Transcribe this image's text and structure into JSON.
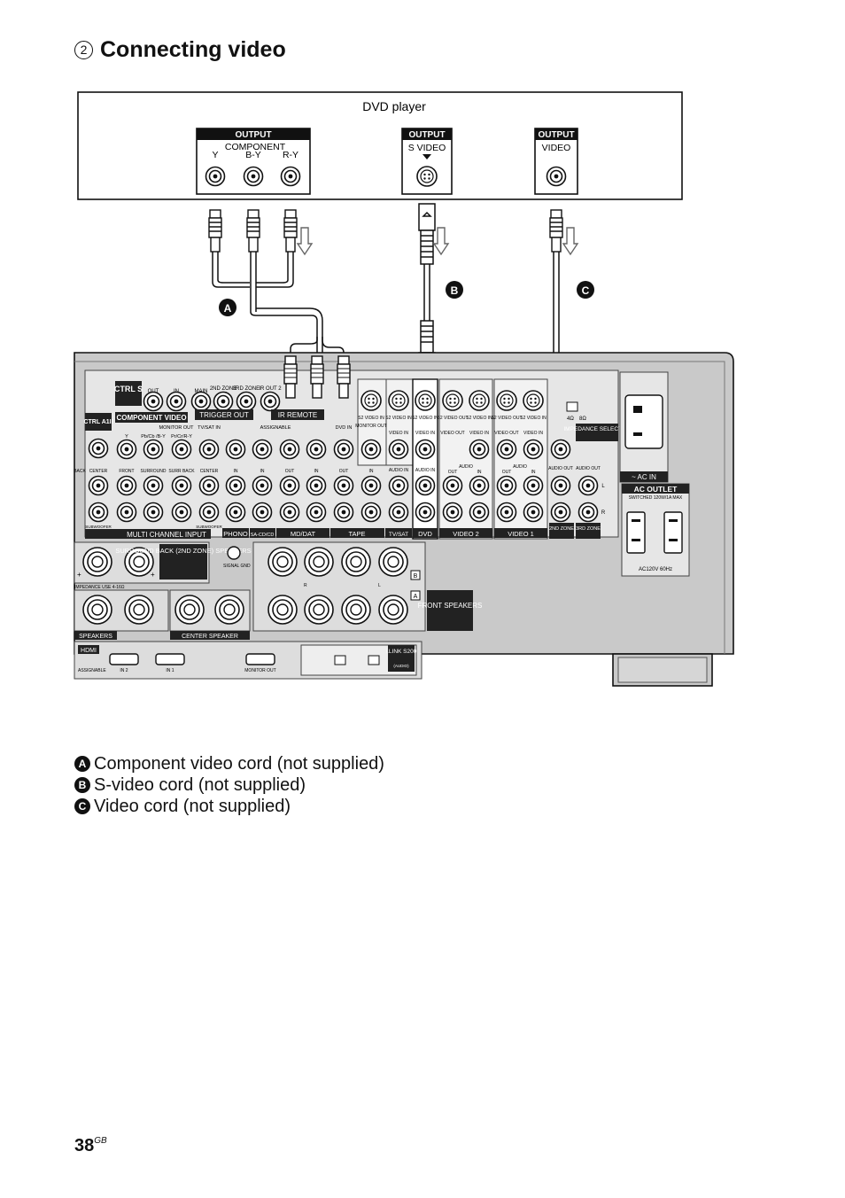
{
  "heading": {
    "number": "2",
    "title": "Connecting video"
  },
  "dvd": {
    "label": "DVD player",
    "output": "OUTPUT",
    "component": "COMPONENT",
    "y": "Y",
    "by": "B-Y",
    "ry": "R-Y",
    "svideo": "S  VIDEO",
    "video": "VIDEO"
  },
  "badges": {
    "a": "A",
    "b": "B",
    "c": "C"
  },
  "receiver": {
    "ctrl_s": "CTRL S",
    "ctrl_a1": "CTRL A1II",
    "out": "OUT",
    "in": "IN",
    "main": "MAIN",
    "zone2": "2ND ZONE",
    "zone3": "3RD ZONE",
    "ir_out2": "IR OUT 2",
    "component_video": "COMPONENT VIDEO",
    "trigger_out": "TRIGGER OUT",
    "ir_remote": "IR REMOTE",
    "monitor_out": "MONITOR OUT",
    "tv_sat_in": "TV/SAT IN",
    "assignable": "ASSIGNABLE",
    "dvd_in": "DVD IN",
    "svideo_in": "S2 VIDEO IN",
    "svideo_out": "S2 VIDEO OUT",
    "monitor_out_short": "MONITOR OUT",
    "video_in": "VIDEO IN",
    "video_out": "VIDEO OUT",
    "audio_in": "AUDIO IN",
    "audio": "AUDIO",
    "audio_out": "AUDIO OUT",
    "impedance_selector": "IMPEDANCE SELECTOR",
    "ohm4": "4Ω",
    "ohm8": "8Ω",
    "ac_in": "~ AC IN",
    "ac_outlet": "AC OUTLET",
    "switched": "SWITCHED 120W/1A MAX",
    "ac_rating": "AC120V 60Hz",
    "front": "FRONT",
    "surround": "SURROUND",
    "surr_back": "SURR BACK",
    "center": "CENTER",
    "back": "BACK",
    "subwoofer": "SUBWOOFER",
    "multi_channel_input": "MULTI CHANNEL INPUT",
    "phono": "PHONO",
    "sacd": "SA-CD/CD",
    "md_dat": "MD/DAT",
    "tape": "TAPE",
    "tv_sat": "TV/SAT",
    "dvd": "DVD",
    "video2": "VIDEO 2",
    "video1": "VIDEO 1",
    "zone2_label": "2ND ZONE",
    "zone3_label": "3RD ZONE",
    "surround_back_speakers": "SURROUND BACK (2ND ZONE) SPEAKERS",
    "signal_gnd": "SIGNAL GND",
    "impedance_use": "IMPEDANCE USE 4-16Ω",
    "speakers": "SPEAKERS",
    "center_speaker": "CENTER   SPEAKER",
    "front_speakers": "FRONT SPEAKERS",
    "hdmi": "HDMI",
    "hdmi_assignable": "ASSIGNABLE",
    "hdmi_in2": "IN 2",
    "hdmi_in1": "IN 1",
    "hdmi_monitor_out": "MONITOR OUT",
    "ilink": "i.LINK S200",
    "ilink_audio": "(AUDIO)",
    "l": "L",
    "r": "R",
    "b_box": "B",
    "a_box": "A",
    "plus": "+",
    "minus": "–",
    "pb": "Pb/Cb /B-Y",
    "pr": "Pr/Cr/R-Y",
    "y": "Y"
  },
  "legend": [
    {
      "badge": "A",
      "text": "Component video cord (not supplied)"
    },
    {
      "badge": "B",
      "text": "S-video cord (not supplied)"
    },
    {
      "badge": "C",
      "text": "Video cord (not supplied)"
    }
  ],
  "page": {
    "number": "38",
    "suffix": "GB"
  }
}
